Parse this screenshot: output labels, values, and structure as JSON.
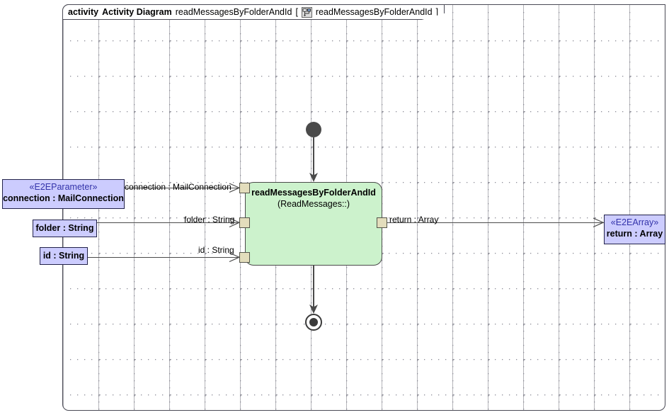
{
  "frame": {
    "keyword": "activity",
    "type_label": "Activity Diagram",
    "name": "readMessagesByFolderAndId",
    "bracket_open": "[",
    "bracket_close": "]",
    "tab_ref_name": "readMessagesByFolderAndId",
    "icon": "activity-diagram-icon"
  },
  "activity": {
    "title": "readMessagesByFolderAndId",
    "subtitle": "(ReadMessages::)",
    "fill_color": "#ccf2cc",
    "border_color": "#4a4a4a"
  },
  "nodes": {
    "initial": "initial-node",
    "final": "activity-final-node"
  },
  "input_parameters": [
    {
      "stereotype": "«E2EParameter»",
      "name": "connection : MailConnection",
      "edge_label": "connection : MailConnection",
      "pin": "input-pin-connection"
    },
    {
      "stereotype": "",
      "name": "folder : String",
      "edge_label": "folder : String",
      "pin": "input-pin-folder"
    },
    {
      "stereotype": "",
      "name": "id : String",
      "edge_label": "id : String",
      "pin": "input-pin-id"
    }
  ],
  "output_parameters": [
    {
      "stereotype": "«E2EArray»",
      "name": "return : Array",
      "edge_label": "return : Array",
      "pin": "output-pin-return"
    }
  ],
  "colors": {
    "param_fill": "#ccccfe",
    "param_border": "#22224a",
    "stereotype_text": "#3333aa",
    "pin_fill": "#e3ddbc",
    "frame_border": "#4a4a55",
    "edge": "#4a4a4a"
  }
}
